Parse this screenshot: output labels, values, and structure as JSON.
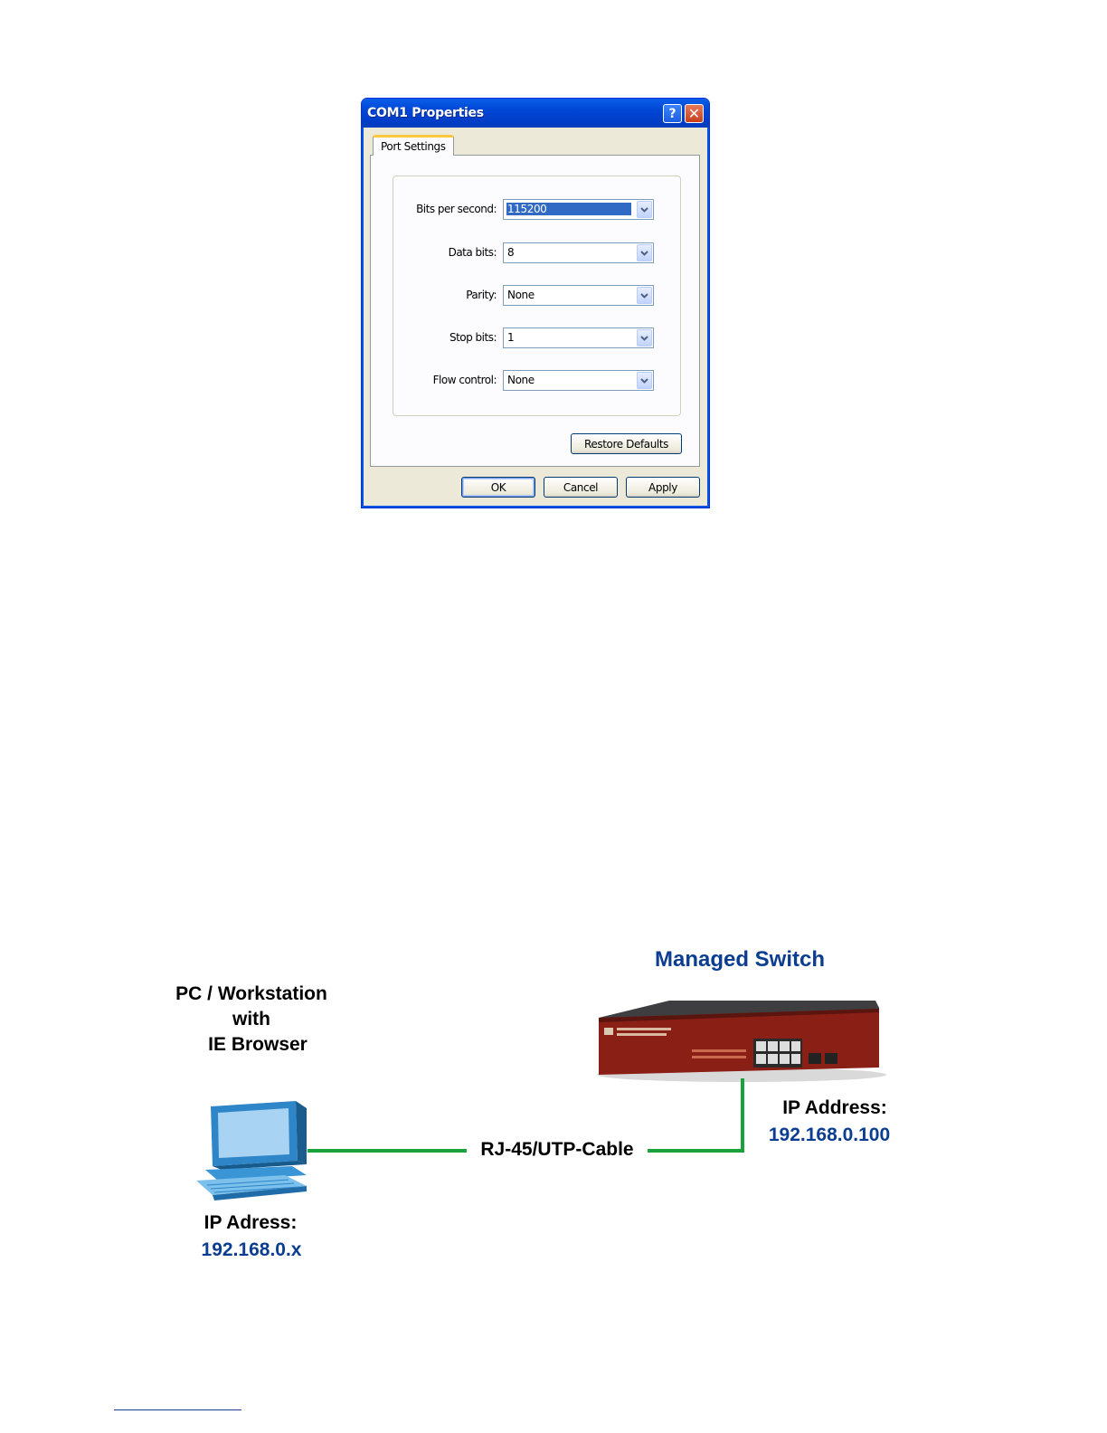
{
  "dialog": {
    "title": "COM1 Properties",
    "help_glyph": "?",
    "close_glyph": "✕",
    "tab_label": "Port Settings",
    "fields": [
      {
        "label": "Bits per second:",
        "value": "115200"
      },
      {
        "label": "Data bits:",
        "value": "8"
      },
      {
        "label": "Parity:",
        "value": "None"
      },
      {
        "label": "Stop bits:",
        "value": "1"
      },
      {
        "label": "Flow control:",
        "value": "None"
      }
    ],
    "restore_label": "Restore Defaults",
    "ok_label": "OK",
    "cancel_label": "Cancel",
    "apply_label": "Apply"
  },
  "diagram": {
    "switch_title": "Managed Switch",
    "pc_title_lines": [
      "PC / Workstation",
      "with",
      "IE Browser"
    ],
    "cable_label": "RJ-45/UTP-Cable",
    "switch_ip_label": "IP Address:",
    "switch_ip_value": "192.168.0.100",
    "pc_ip_label": "IP Adress:",
    "pc_ip_value": "192.168.0.x",
    "colors": {
      "title_blue": "#0b3e91",
      "cable_green": "#1aa33a",
      "switch_body": "#8a1f16"
    }
  }
}
